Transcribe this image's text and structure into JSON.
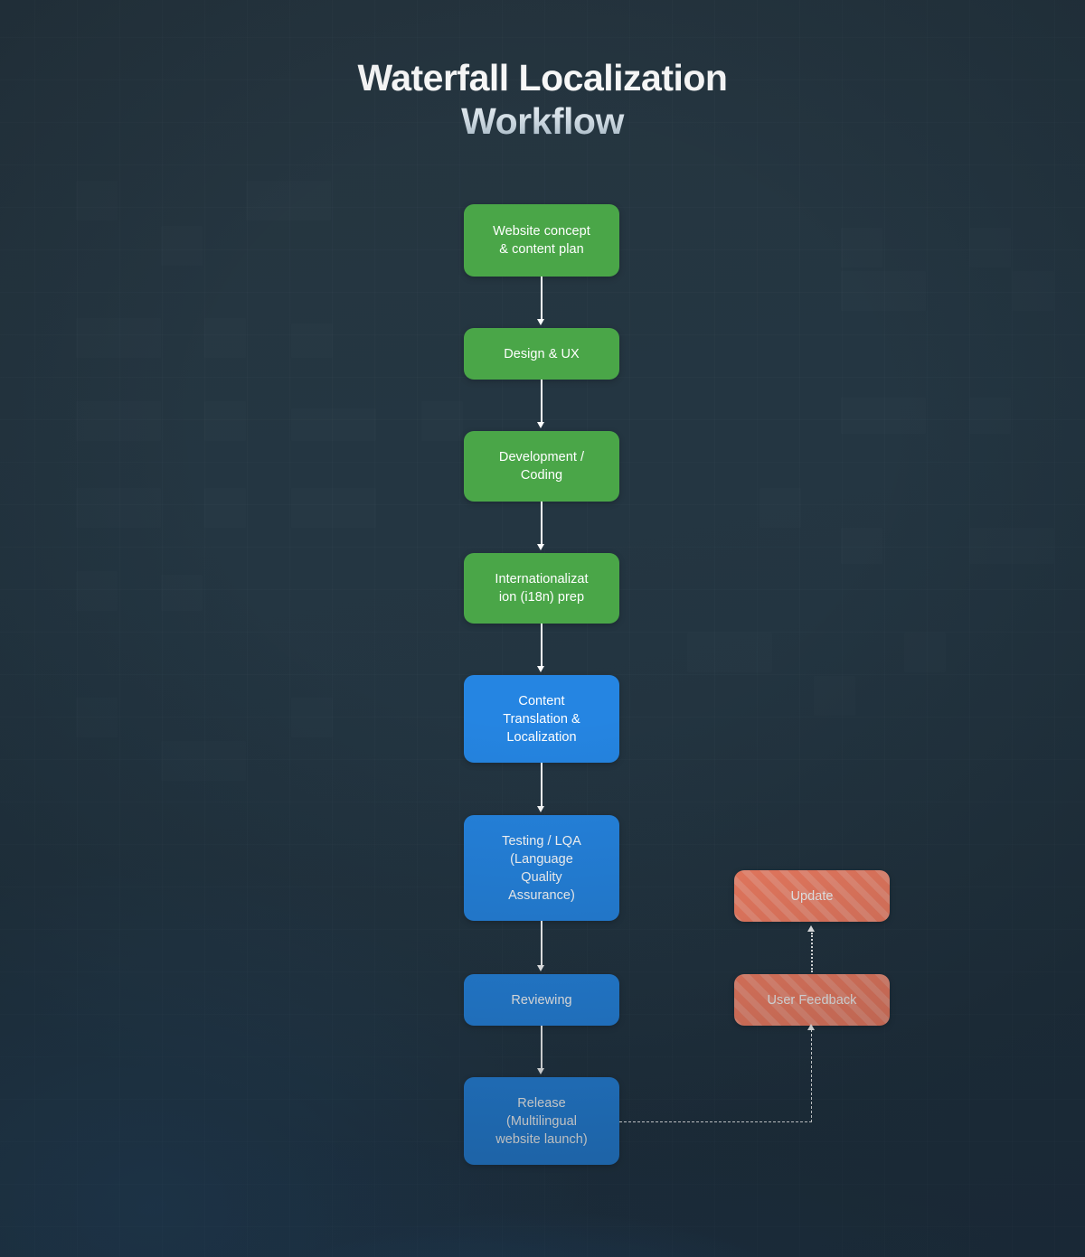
{
  "title": {
    "line1": "Waterfall Localization",
    "line2": "Workflow"
  },
  "colors": {
    "background": "#243542",
    "phase_green": "#4aa648",
    "phase_blue": "#2585e2",
    "feedback_coral": "#fb8164",
    "connector": "#ffffff",
    "text": "#ffffff"
  },
  "nodes": [
    {
      "id": "website-concept",
      "label": "Website concept\n& content plan",
      "color": "green"
    },
    {
      "id": "design-ux",
      "label": "Design & UX",
      "color": "green"
    },
    {
      "id": "development-coding",
      "label": "Development /\nCoding",
      "color": "green"
    },
    {
      "id": "i18n-prep",
      "label": "Internationalizat\nion (i18n) prep",
      "color": "green"
    },
    {
      "id": "content-translation",
      "label": "Content\nTranslation &\nLocalization",
      "color": "blue"
    },
    {
      "id": "testing-lqa",
      "label": "Testing / LQA\n(Language\nQuality\nAssurance)",
      "color": "blue"
    },
    {
      "id": "reviewing",
      "label": "Reviewing",
      "color": "blue"
    },
    {
      "id": "release",
      "label": "Release\n(Multilingual\nwebsite launch)",
      "color": "blue"
    },
    {
      "id": "update",
      "label": "Update",
      "color": "coral"
    },
    {
      "id": "user-feedback",
      "label": "User Feedback",
      "color": "coral"
    }
  ],
  "connections": [
    {
      "from": "website-concept",
      "to": "design-ux",
      "style": "solid"
    },
    {
      "from": "design-ux",
      "to": "development-coding",
      "style": "solid"
    },
    {
      "from": "development-coding",
      "to": "i18n-prep",
      "style": "solid"
    },
    {
      "from": "i18n-prep",
      "to": "content-translation",
      "style": "solid"
    },
    {
      "from": "content-translation",
      "to": "testing-lqa",
      "style": "solid"
    },
    {
      "from": "testing-lqa",
      "to": "reviewing",
      "style": "solid"
    },
    {
      "from": "reviewing",
      "to": "release",
      "style": "solid"
    },
    {
      "from": "release",
      "to": "user-feedback",
      "style": "dashed"
    },
    {
      "from": "user-feedback",
      "to": "update",
      "style": "dotted"
    }
  ]
}
